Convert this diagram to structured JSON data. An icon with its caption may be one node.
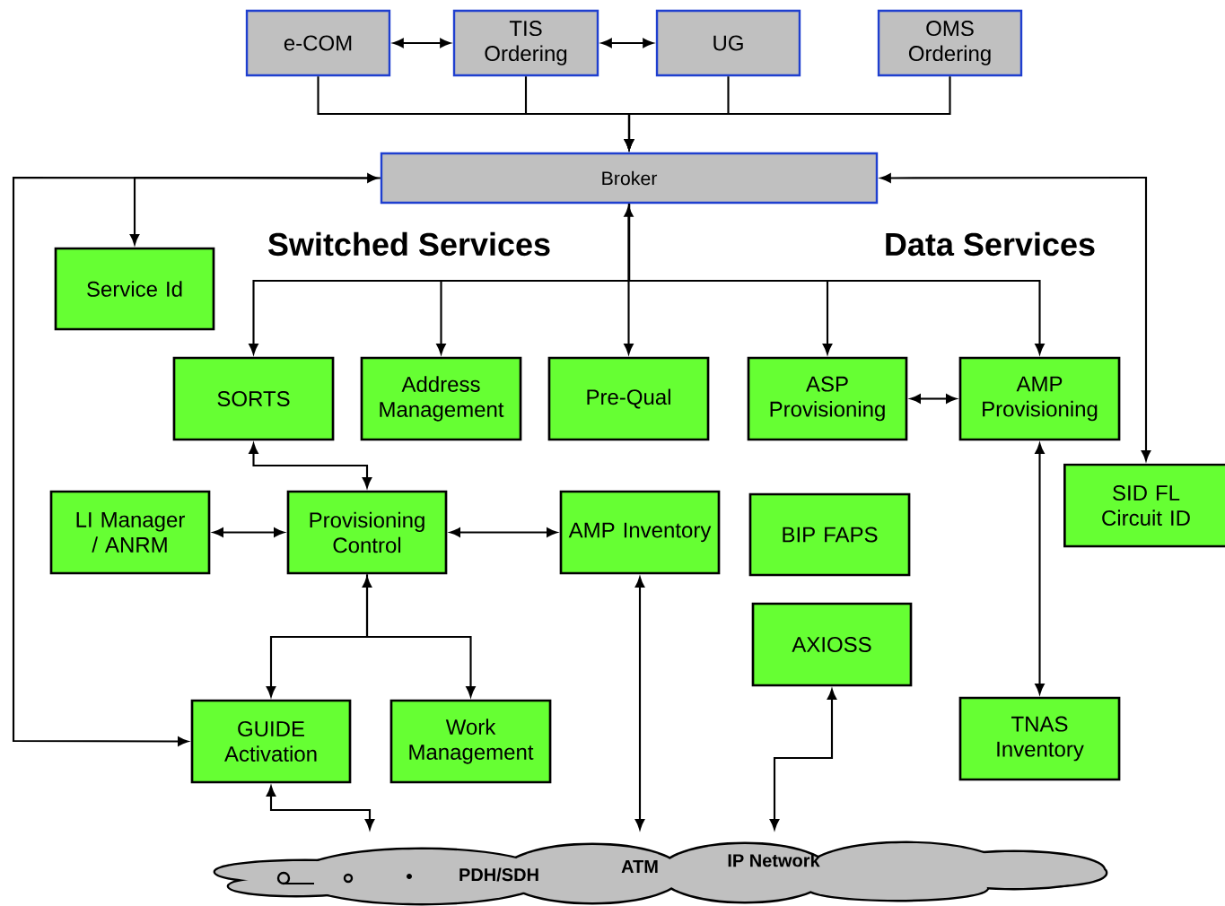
{
  "diagram": {
    "nodes": [
      {
        "text": [
          "e-COM"
        ]
      },
      {
        "text": [
          "TIS Ordering"
        ]
      },
      {
        "text": [
          "UG"
        ]
      },
      {
        "text": [
          "OMS Ordering"
        ]
      },
      {
        "text": [
          "Broker"
        ]
      },
      {
        "text": [
          "Service Id"
        ]
      },
      {
        "text": [
          "SORTS"
        ]
      },
      {
        "text": [
          "Address Management"
        ]
      },
      {
        "text": [
          "Pre-Qual"
        ]
      },
      {
        "text": [
          "ASP Provisioning"
        ]
      },
      {
        "text": [
          "AMP Provisioning"
        ]
      },
      {
        "text": [
          "SID FL Circuit ID"
        ]
      },
      {
        "text": [
          "LI Manager / ANRM"
        ]
      },
      {
        "text": [
          "Provisioning Control"
        ]
      },
      {
        "text": [
          "AMP Inventory"
        ]
      },
      {
        "text": [
          "BIP FAPS"
        ]
      },
      {
        "text": [
          "AXIOSS"
        ]
      },
      {
        "text": [
          "GUIDE Activation"
        ]
      },
      {
        "text": [
          "Work Management"
        ]
      },
      {
        "text": [
          "TNAS Inventory"
        ]
      },
      {
        "text": [
          "PDH/SDH",
          "ATM",
          "IP Network"
        ]
      }
    ],
    "edges": [
      {
        "from": 0,
        "to": 1,
        "arrow": "both"
      },
      {
        "from": 1,
        "to": 2,
        "arrow": "both"
      },
      {
        "from": 0,
        "to": 4,
        "arrow": "to"
      },
      {
        "from": 1,
        "to": 4,
        "arrow": "to"
      },
      {
        "from": 2,
        "to": 4,
        "arrow": "to"
      },
      {
        "from": 3,
        "to": 4,
        "arrow": "to"
      },
      {
        "from": 4,
        "to": 8,
        "arrow": "both"
      },
      {
        "from": 4,
        "to": 6,
        "arrow": "to"
      },
      {
        "from": 4,
        "to": 7,
        "arrow": "to"
      },
      {
        "from": 4,
        "to": 9,
        "arrow": "to"
      },
      {
        "from": 4,
        "to": 10,
        "arrow": "to"
      },
      {
        "from": 17,
        "to": 4,
        "arrow": "both"
      },
      {
        "from": 4,
        "to": 5,
        "arrow": "to"
      },
      {
        "from": 4,
        "to": 11,
        "arrow": "both"
      },
      {
        "from": 9,
        "to": 10,
        "arrow": "both"
      },
      {
        "from": 6,
        "to": 13,
        "arrow": "both"
      },
      {
        "from": 12,
        "to": 13,
        "arrow": "both"
      },
      {
        "from": 13,
        "to": 14,
        "arrow": "both"
      },
      {
        "from": 13,
        "to": 17,
        "arrow": "both"
      },
      {
        "from": 13,
        "to": 18,
        "arrow": "to"
      },
      {
        "from": 10,
        "to": 19,
        "arrow": "both"
      },
      {
        "from": 14,
        "to": 20,
        "arrow": "both"
      },
      {
        "from": 16,
        "to": 20,
        "arrow": "both"
      },
      {
        "from": 17,
        "to": 20,
        "arrow": "both"
      }
    ],
    "labels": [
      "Switched Services",
      "Data Services"
    ]
  }
}
